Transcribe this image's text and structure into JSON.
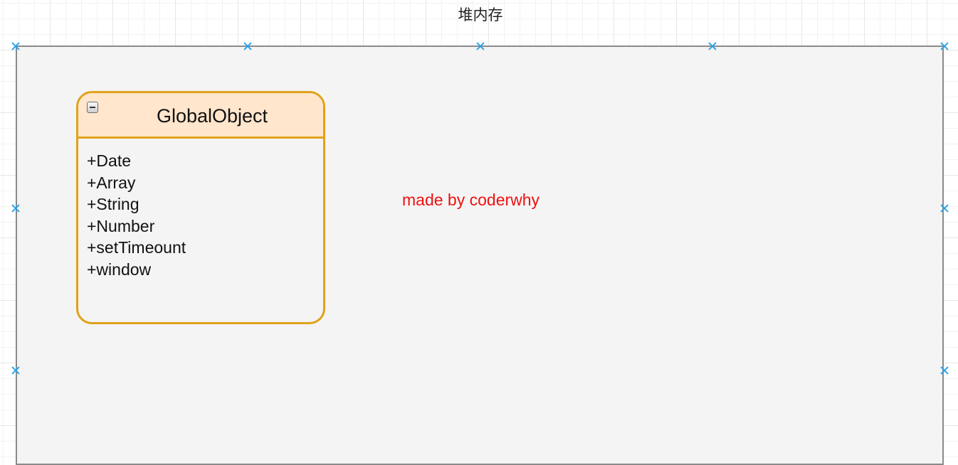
{
  "heap": {
    "title": "堆内存"
  },
  "class_box": {
    "name": "GlobalObject",
    "members": [
      "+Date",
      "+Array",
      "+String",
      "+Number",
      "+setTimeount",
      "+window"
    ]
  },
  "watermark": {
    "text": "made by coderwhy"
  },
  "colors": {
    "container_fill": "#f4f4f4",
    "container_border": "#8a8a8a",
    "class_border": "#e0a21a",
    "class_header_fill": "#ffe6cc",
    "watermark_text": "#ee1111",
    "handle": "#29a3e8"
  }
}
